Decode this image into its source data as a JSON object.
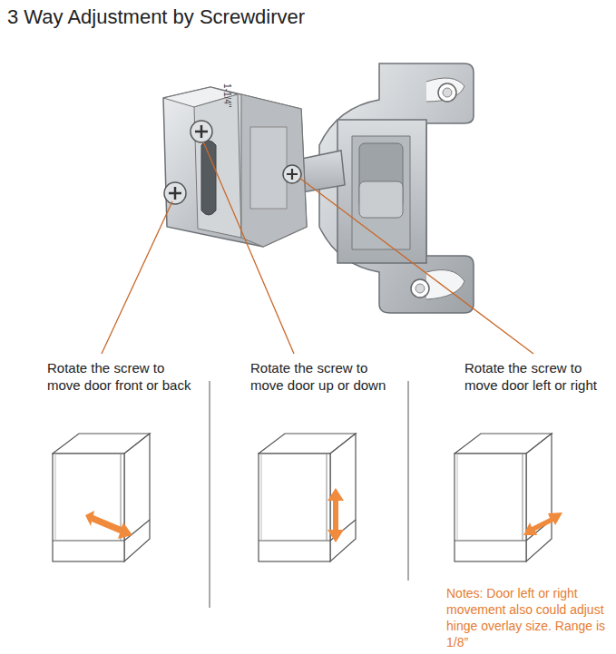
{
  "diagram": {
    "title": "3 Way Adjustment by Screwdirver",
    "labels": [
      "1-1/4\"",
      "Rotate the screw to move door front or back",
      "Rotate the screw to move door up or down",
      "Rotate the screw to move door left or right",
      "Notes: Door left or right movement also could adjust hinge overlay size. Range is 1/8”"
    ]
  }
}
